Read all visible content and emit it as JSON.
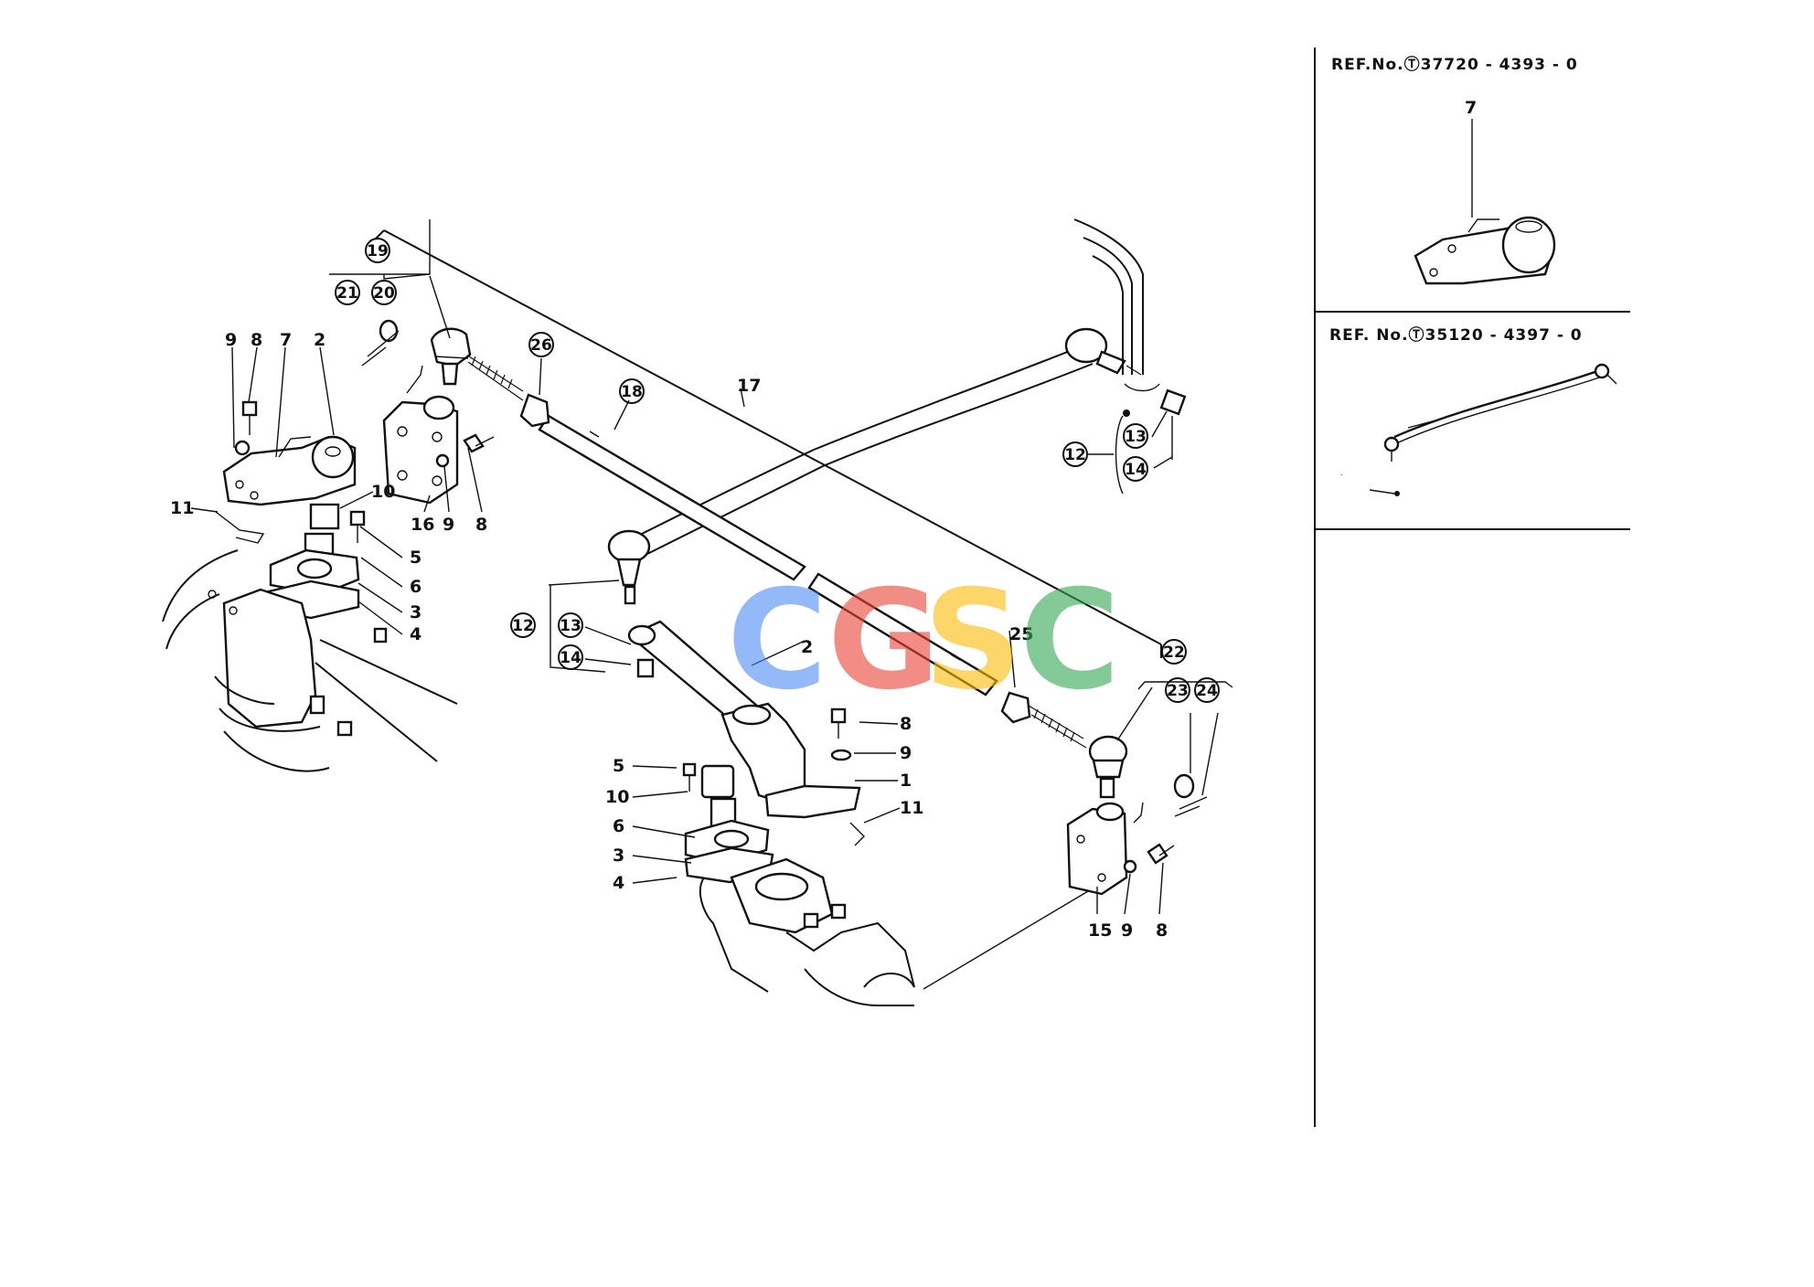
{
  "callouts": {
    "l19": "19",
    "l20": "20",
    "l21": "21",
    "l26": "26",
    "l18": "18",
    "l17": "17",
    "l12a": "12",
    "l13a": "13",
    "l14a": "14",
    "l12b": "12",
    "l13b": "13",
    "l14b": "14",
    "l22": "22",
    "l23": "23",
    "l24": "24"
  },
  "labels": {
    "left_9": "9",
    "left_8": "8",
    "left_7": "7",
    "left_2": "2",
    "left_11": "11",
    "left_10": "10",
    "left_5": "5",
    "left_6": "6",
    "left_3": "3",
    "left_4": "4",
    "mid_16": "16",
    "mid_9": "9",
    "mid_8": "8",
    "c_2": "2",
    "c_25": "25",
    "c_8": "8",
    "c_9": "9",
    "c_1": "1",
    "c_11": "11",
    "c_5": "5",
    "c_10": "10",
    "c_6": "6",
    "c_3": "3",
    "c_4": "4",
    "r_15": "15",
    "r_9": "9",
    "r_8": "8"
  },
  "ref_panel": {
    "ref1": "REF.No.Ⓣ37720 - 4393 - 0",
    "ref1_part": "7",
    "ref2": "REF. No.Ⓣ35120 - 4397 - 0"
  },
  "watermark": {
    "letters": [
      "C",
      "G",
      "S",
      "C"
    ],
    "colors": [
      "#4c8bf5",
      "#ea4335",
      "#fbbc05",
      "#34a853"
    ]
  }
}
